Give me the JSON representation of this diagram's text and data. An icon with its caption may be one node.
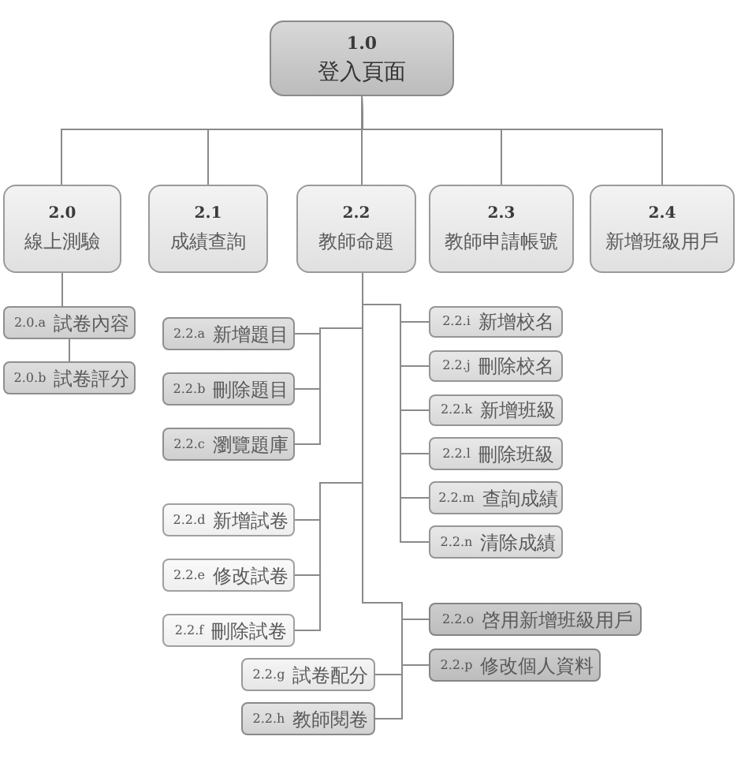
{
  "diagram": {
    "nodes": [
      {
        "text": [
          "1.0",
          "登入頁面"
        ]
      },
      {
        "text": [
          "2.0",
          "線上測驗"
        ]
      },
      {
        "text": [
          "2.1",
          "成績查詢"
        ]
      },
      {
        "text": [
          "2.2",
          "教師命題"
        ]
      },
      {
        "text": [
          "2.3",
          "教師申請帳號"
        ]
      },
      {
        "text": [
          "2.4",
          "新增班級用戶"
        ]
      },
      {
        "text": [
          "2.0.a",
          "試卷內容"
        ]
      },
      {
        "text": [
          "2.0.b",
          "試卷評分"
        ]
      },
      {
        "text": [
          "2.2.a",
          "新增題目"
        ]
      },
      {
        "text": [
          "2.2.b",
          "刪除題目"
        ]
      },
      {
        "text": [
          "2.2.c",
          "瀏覽題庫"
        ]
      },
      {
        "text": [
          "2.2.d",
          "新增試卷"
        ]
      },
      {
        "text": [
          "2.2.e",
          "修改試卷"
        ]
      },
      {
        "text": [
          "2.2.f",
          "刪除試卷"
        ]
      },
      {
        "text": [
          "2.2.g",
          "試卷配分"
        ]
      },
      {
        "text": [
          "2.2.h",
          "教師閱卷"
        ]
      },
      {
        "text": [
          "2.2.i",
          "新增校名"
        ]
      },
      {
        "text": [
          "2.2.j",
          "刪除校名"
        ]
      },
      {
        "text": [
          "2.2.k",
          "新增班級"
        ]
      },
      {
        "text": [
          "2.2.l",
          "刪除班級"
        ]
      },
      {
        "text": [
          "2.2.m",
          "查詢成績"
        ]
      },
      {
        "text": [
          "2.2.n",
          "清除成績"
        ]
      },
      {
        "text": [
          "2.2.o",
          "啓用新增班級用戶"
        ]
      },
      {
        "text": [
          "2.2.p",
          "修改個人資料"
        ]
      }
    ],
    "edges": [
      {
        "from": 0,
        "to": 1,
        "arrow": "none"
      },
      {
        "from": 0,
        "to": 2,
        "arrow": "none"
      },
      {
        "from": 0,
        "to": 3,
        "arrow": "none"
      },
      {
        "from": 0,
        "to": 4,
        "arrow": "none"
      },
      {
        "from": 0,
        "to": 5,
        "arrow": "none"
      },
      {
        "from": 1,
        "to": 6,
        "arrow": "none"
      },
      {
        "from": 6,
        "to": 7,
        "arrow": "none"
      },
      {
        "from": 3,
        "to": 8,
        "arrow": "none"
      },
      {
        "from": 3,
        "to": 9,
        "arrow": "none"
      },
      {
        "from": 3,
        "to": 10,
        "arrow": "none"
      },
      {
        "from": 3,
        "to": 11,
        "arrow": "none"
      },
      {
        "from": 3,
        "to": 12,
        "arrow": "none"
      },
      {
        "from": 3,
        "to": 13,
        "arrow": "none"
      },
      {
        "from": 3,
        "to": 14,
        "arrow": "none"
      },
      {
        "from": 3,
        "to": 15,
        "arrow": "none"
      },
      {
        "from": 3,
        "to": 16,
        "arrow": "none"
      },
      {
        "from": 3,
        "to": 17,
        "arrow": "none"
      },
      {
        "from": 3,
        "to": 18,
        "arrow": "none"
      },
      {
        "from": 3,
        "to": 19,
        "arrow": "none"
      },
      {
        "from": 3,
        "to": 20,
        "arrow": "none"
      },
      {
        "from": 3,
        "to": 21,
        "arrow": "none"
      },
      {
        "from": 3,
        "to": 22,
        "arrow": "none"
      },
      {
        "from": 3,
        "to": 23,
        "arrow": "none"
      }
    ]
  }
}
